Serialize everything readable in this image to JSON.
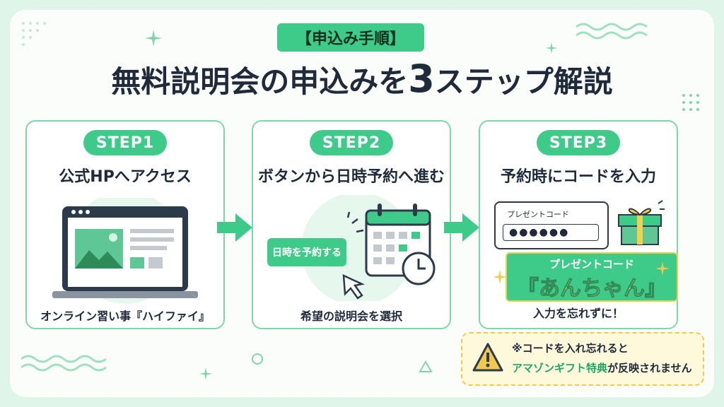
{
  "header": {
    "tag": "【申込み手順】",
    "title_pre": "無料説明会の申込みを",
    "title_num": "3",
    "title_post": "ステップ解説"
  },
  "steps": [
    {
      "label": "STEP1",
      "title": "公式HPへアクセス",
      "caption": "オンライン習い事『ハイファイ』"
    },
    {
      "label": "STEP2",
      "title": "ボタンから日時予約へ進む",
      "button": "日時を予約する",
      "caption": "希望の説明会を選択"
    },
    {
      "label": "STEP3",
      "title": "予約時にコードを入力",
      "field_label": "プレゼントコード",
      "field_value": "●●●●●●",
      "present_label": "プレゼントコード",
      "present_code": "『あんちゃん』",
      "caption": "入力を忘れずに！"
    }
  ],
  "warning": {
    "line1": "※コードを入れ忘れると",
    "line2_highlight": "アマゾンギフト特典",
    "line2_rest": "が反映されません"
  },
  "colors": {
    "accent": "#3ecb8a",
    "background": "#dff5ea",
    "text": "#1f2a3a",
    "warning_bg": "#fff9dc"
  }
}
